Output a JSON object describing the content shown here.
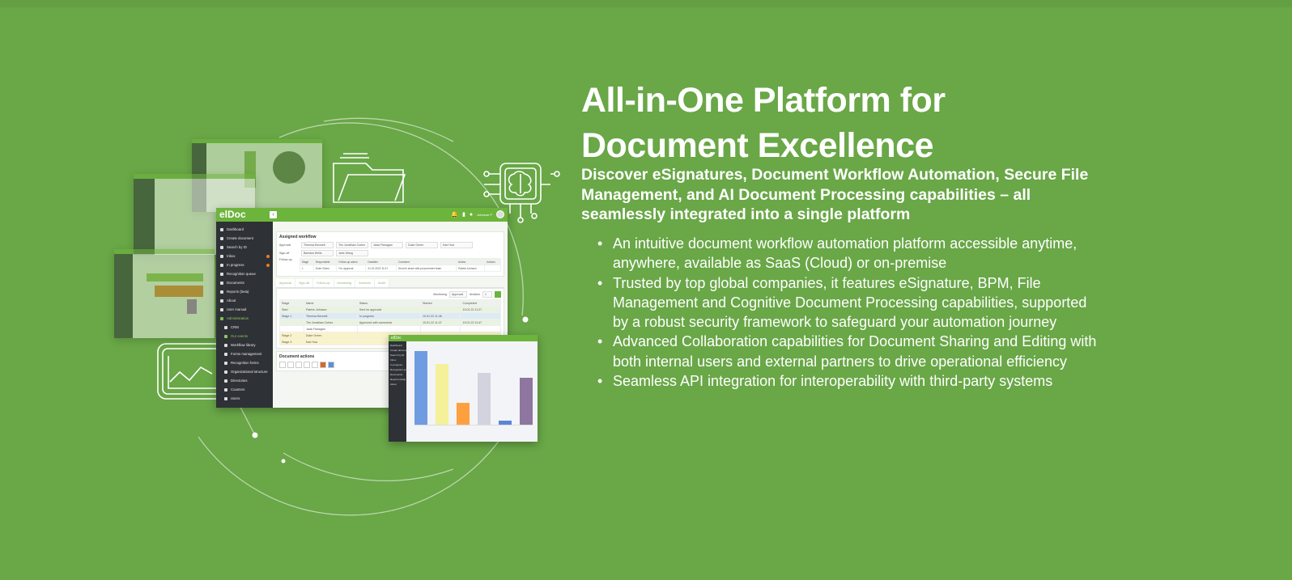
{
  "hero": {
    "title": "All-in-One Platform for Document Excellence",
    "subtitle": "Discover eSignatures, Document Workflow Automation, Secure File Management, and AI Document Processing capabilities – all seamlessly integrated into a single platform",
    "features": [
      "An intuitive document workflow automation platform accessible anytime, anywhere, available as SaaS (Cloud) or on-premise",
      "Trusted by top global companies, it features eSignature, BPM, File Management and Cognitive Document Processing capabilities, supported by a robust security framework to safeguard your automation journey",
      "Advanced Collaboration capabilities for Document Sharing and Editing with both internal users and external partners to drive operational efficiency",
      "Seamless API integration for interoperability with third-party systems"
    ]
  },
  "app": {
    "logo": "elDoc",
    "user": "Johnson P",
    "sidebar": [
      "Dashboard",
      "Create document",
      "Search by ID",
      "Inbox",
      "In progress",
      "Recognition queue",
      "Documents",
      "Reports (beta)",
      "About",
      "User manual",
      "Administration",
      "CRM",
      "Our events",
      "Workflow library",
      "Forms management",
      "Recognition forms",
      "Organizational structure",
      "Directories",
      "Counters",
      "Users"
    ],
    "workflow": {
      "heading": "Assigned workflow",
      "approval_label": "Approval",
      "approval": [
        "Theresa Bennett",
        "Tim Jonathan Cortez",
        "Jada Flanagan",
        "Duke Green",
        "Kae Hua"
      ],
      "signoff_label": "Sign-off",
      "signoff": [
        "Barbara Wells",
        "Jaris Wang"
      ],
      "followup_label": "Follow-up",
      "followup_headers": [
        "Stage",
        "Responsible",
        "Follow-up action",
        "Deadline",
        "Comment",
        "Author",
        "Actions"
      ],
      "followup_row": [
        "1",
        "Duke Green",
        "For approval",
        "21.01.2022 11:21",
        "Send to share with procurement team",
        "Patrick Johnson",
        ""
      ]
    },
    "tabs": [
      "Approval",
      "Sign-off",
      "Follow-up",
      "Monitoring",
      "Annexes",
      "Audit"
    ],
    "monitoring": {
      "label": "Monitoring",
      "value": "Approval",
      "iteration_label": "Iteration",
      "iteration": "1"
    },
    "table": {
      "headers": [
        "Stage",
        "Name",
        "Status",
        "Started",
        "Completed"
      ],
      "rows": [
        [
          "Start",
          "Patrick Johnson",
          "Sent for approval",
          "",
          "19.01.22 11:27"
        ],
        [
          "Stage 1",
          "Theresa Bennett",
          "In progress",
          "19.01.22 11:46",
          ""
        ],
        [
          "",
          "Tim Jonathan Cortez",
          "Approved with comments",
          "19.01.22 11:47",
          "19.01.22 11:47"
        ],
        [
          "",
          "Jada Flanagan",
          "",
          "",
          ""
        ],
        [
          "Stage 2",
          "Duke Green",
          "",
          "",
          ""
        ],
        [
          "Stage 3",
          "Kae Hua",
          "",
          "",
          ""
        ]
      ]
    },
    "doc_actions": "Document actions"
  },
  "chart_window": {
    "logo": "elDoc",
    "bar_colors": [
      "#6f9be0",
      "#f4f19a",
      "#ffa040",
      "#d3d3df",
      "#5b86d6",
      "#8e76a0"
    ],
    "bar_values": [
      100,
      82,
      30,
      70,
      5,
      64
    ]
  },
  "colors": {
    "background": "#69a747",
    "accent": "#6db43c",
    "sidebar": "#2e3136"
  }
}
